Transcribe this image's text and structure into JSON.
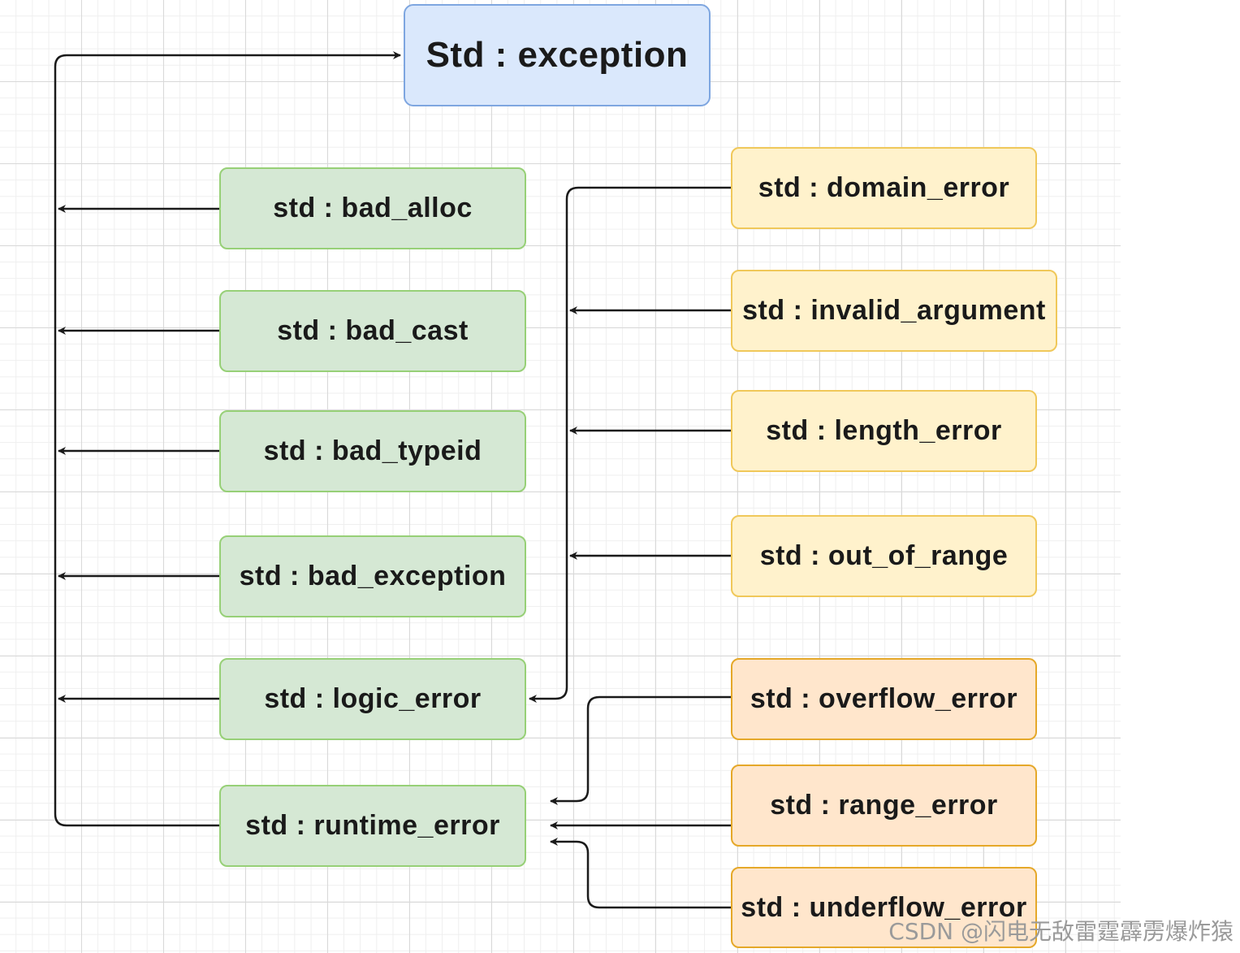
{
  "diagram": {
    "root": "Std : exception",
    "direct_children": [
      "std : bad_alloc",
      "std : bad_cast",
      "std : bad_typeid",
      "std : bad_exception",
      "std : logic_error",
      "std : runtime_error"
    ],
    "logic_error_children": [
      "std : domain_error",
      "std : invalid_argument",
      "std : length_error",
      "std : out_of_range"
    ],
    "runtime_error_children": [
      "std : overflow_error",
      "std : range_error",
      "std : underflow_error"
    ],
    "colors": {
      "root_fill": "#dae8fc",
      "root_stroke": "#7ea6e0",
      "green_fill": "#d5e8d4",
      "green_stroke": "#97d077",
      "yellow_fill": "#fff2cc",
      "yellow_stroke": "#f0c85a",
      "orange_fill": "#ffe6cc",
      "orange_stroke": "#e5a829",
      "edge": "#1a1a1a"
    }
  },
  "watermark": "CSDN @闪电无敌雷霆霹雳爆炸猿"
}
